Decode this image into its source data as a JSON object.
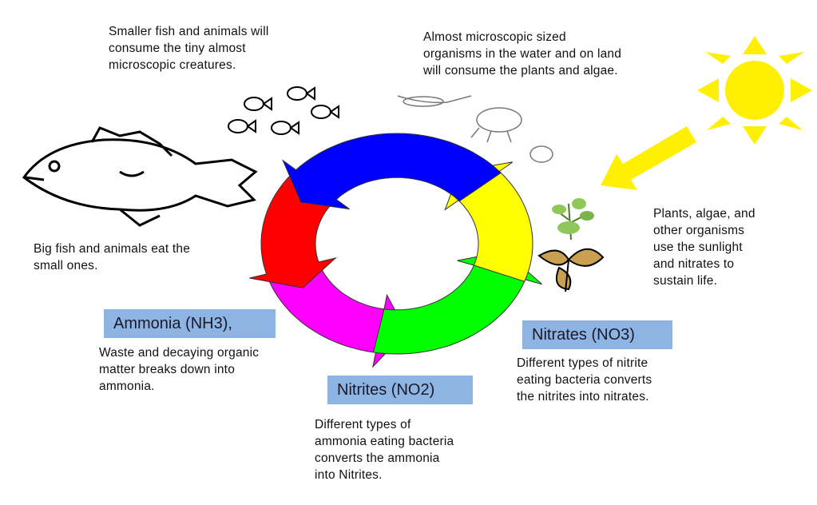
{
  "captions": {
    "small_fish": [
      "Smaller fish and animals will",
      "consume the tiny almost",
      "microscopic creatures."
    ],
    "microscopic": [
      "Almost microscopic sized",
      "organisms in the water and on land",
      "will consume the plants and algae."
    ],
    "plants": [
      "Plants, algae, and",
      "other organisms",
      "use the sunlight",
      "and nitrates to",
      "sustain life."
    ],
    "big_fish": [
      "Big fish and animals eat the",
      "small ones."
    ],
    "ammonia": [
      "Waste and decaying organic",
      "matter breaks down into",
      "ammonia."
    ],
    "nitrites": [
      "Different types of",
      "ammonia eating bacteria",
      "converts the ammonia",
      "into Nitrites."
    ],
    "nitrates": [
      "Different types of nitrite",
      "eating bacteria converts",
      "the nitrites into nitrates."
    ]
  },
  "labels": {
    "ammonia": "Ammonia (NH3),",
    "nitrites": "Nitrites (NO2)",
    "nitrates": "Nitrates (NO3)"
  },
  "colors": {
    "label_box": "#8db4e2",
    "arrow_blue": "#0000ff",
    "arrow_red": "#ff0000",
    "arrow_magenta": "#ff00ff",
    "arrow_green": "#00ff00",
    "arrow_yellow": "#ffff00",
    "sun": "#ffef00"
  }
}
